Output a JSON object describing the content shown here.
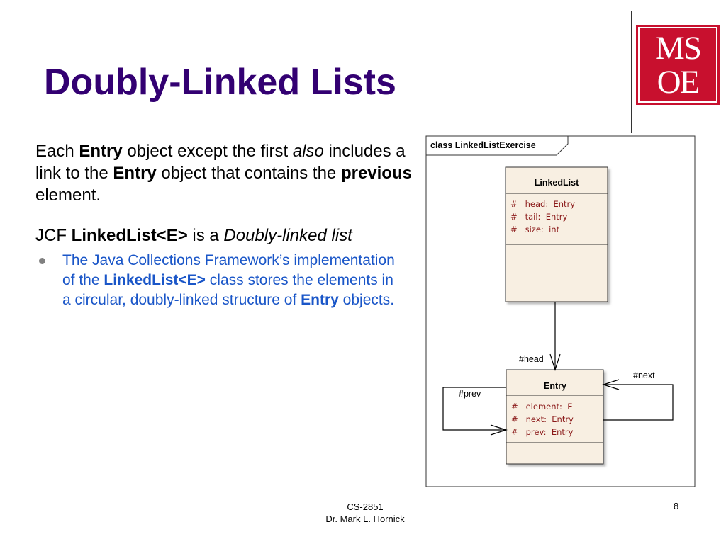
{
  "slide": {
    "title": "Doubly-Linked Lists",
    "logo_text_line1": "MS",
    "logo_text_line2": "OE",
    "para1": {
      "t1": "Each ",
      "b1": "Entry",
      "t2": " object except the first ",
      "i1": "also",
      "t3": " includes a link to the ",
      "b2": "Entry",
      "t4": " object that contains the ",
      "b3": "previous",
      "t5": " element."
    },
    "para2": {
      "t1": "JCF ",
      "b1": "LinkedList<E>",
      "t2": " is a ",
      "i1": "Doubly-linked list"
    },
    "bullet": {
      "t1": "The Java Collections Framework’s implementation of the ",
      "b1": "LinkedList<E>",
      "t2": " class stores the elements in a circular, doubly-linked structure of ",
      "b2": "Entry",
      "t3": " objects."
    },
    "footer": {
      "course": "CS-2851",
      "author": "Dr. Mark L. Hornick",
      "page": "8"
    }
  },
  "diagram": {
    "frame_label": "class LinkedListExercise",
    "linkedlist": {
      "name": "LinkedList",
      "attributes": [
        "#   head:  Entry",
        "#   tail:  Entry",
        "#   size:  int"
      ]
    },
    "entry": {
      "name": "Entry",
      "attributes": [
        "#   element:  E",
        "#   next:  Entry",
        "#   prev:  Entry"
      ]
    },
    "head_label": "#head",
    "next_label": "#next",
    "prev_label": "#prev"
  },
  "colors": {
    "title": "#330072",
    "bullet_text": "#1a56c8",
    "logo_bg": "#c8102e",
    "uml_fill": "#f8efe2",
    "attribute_text": "#8b1a1a"
  }
}
